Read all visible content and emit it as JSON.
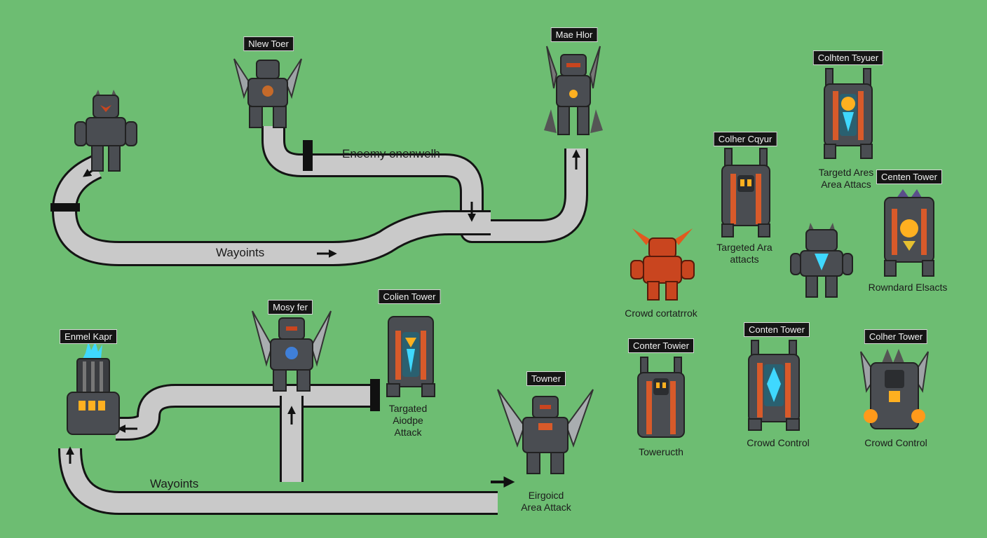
{
  "tags": [
    {
      "id": "t1",
      "text": "Nlew Toer"
    },
    {
      "id": "t2",
      "text": "Mae Hlor"
    },
    {
      "id": "t3",
      "text": "Colhten Tsyuer"
    },
    {
      "id": "t4",
      "text": "Colher Cqyur"
    },
    {
      "id": "t5",
      "text": "Centen Tower"
    },
    {
      "id": "t6",
      "text": "Colien Tower"
    },
    {
      "id": "t7",
      "text": "Mosy fer"
    },
    {
      "id": "t8",
      "text": "Enmel Kapr"
    },
    {
      "id": "t9",
      "text": "Towner"
    },
    {
      "id": "t10",
      "text": "Conter Towier"
    },
    {
      "id": "t11",
      "text": "Conten Tower"
    },
    {
      "id": "t12",
      "text": "Colher Tower"
    }
  ],
  "path_labels": {
    "enemy": "Eneemy onenwelh",
    "waypoints_top": "Wayoints",
    "waypoints_bottom": "Wayoints"
  },
  "captions": {
    "c1": [
      "Targetd Ares",
      "Area Attacs"
    ],
    "c2": [
      "Targeted Ara",
      "attacts"
    ],
    "c3": [
      "Rowndard Elsacts"
    ],
    "c4": [
      "Crowd cortatrrok"
    ],
    "c5": [
      "Targated",
      "Aiodpe",
      "Attack"
    ],
    "c6": [
      "Eirgoicd",
      "Area Attack"
    ],
    "c7": [
      "Toweructh"
    ],
    "c8": [
      "Crowd Control"
    ],
    "c9": [
      "Crowd Control"
    ]
  },
  "colors": {
    "background": "#6dbd72",
    "path_fill": "#c9c9c9",
    "path_stroke": "#141414",
    "unit_body": "#4a4d52",
    "glow_blue": "#3fd8ff",
    "glow_orange": "#ffb020",
    "enemy_red": "#c9451f"
  },
  "icons": {
    "arrow": "black-arrow-icon",
    "gate": "black-gate-marker-icon"
  }
}
